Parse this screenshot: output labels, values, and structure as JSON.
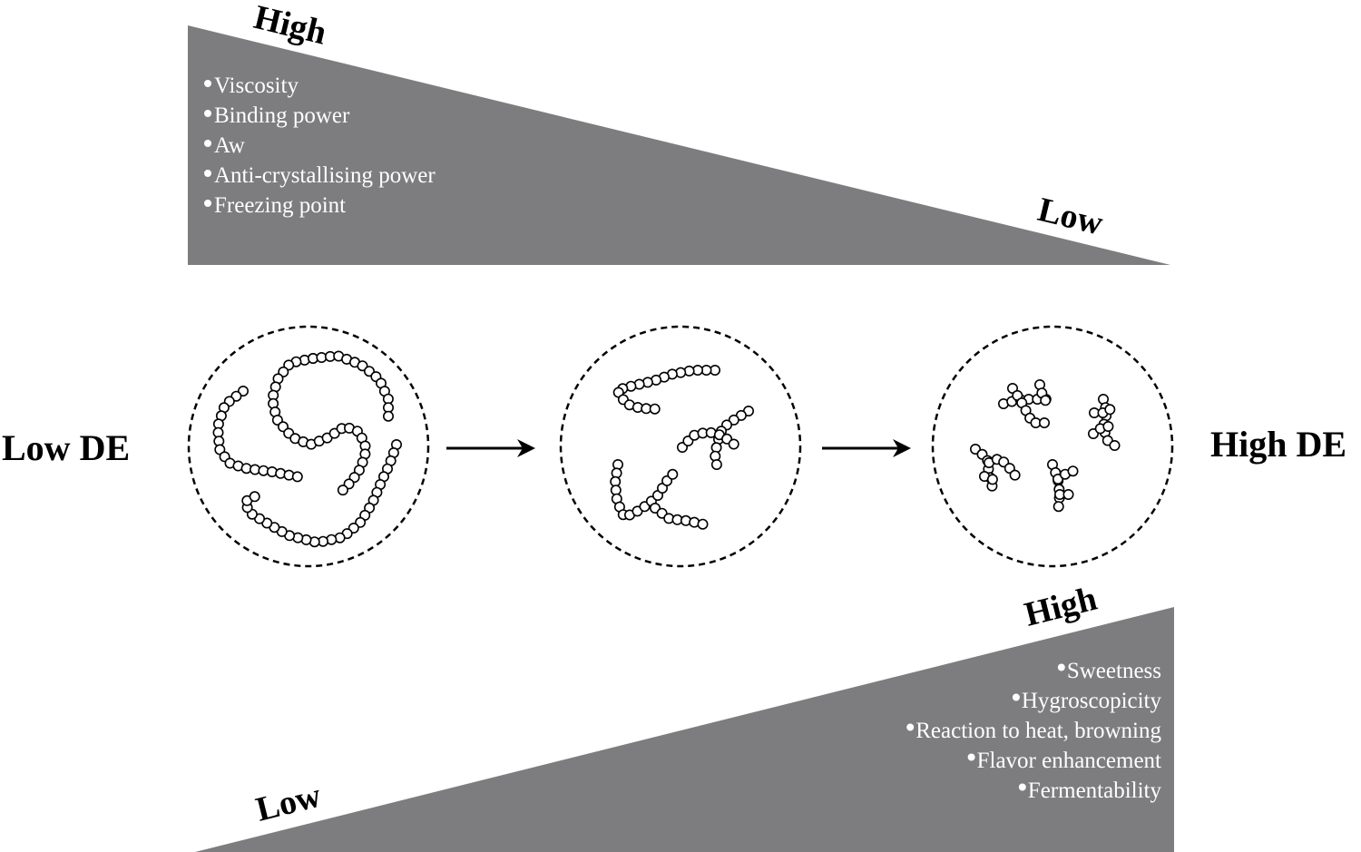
{
  "diagram": {
    "colors": {
      "triangle_fill": "#7d7d80",
      "text_on_triangle": "#ffffff",
      "label_text": "#000000",
      "circle_stroke": "#000000",
      "bead_fill": "#ffffff"
    },
    "top_triangle": {
      "high_label": "High",
      "low_label": "Low",
      "properties": [
        "Viscosity",
        "Binding power",
        "Aw",
        "Anti-crystallising power",
        "Freezing point"
      ]
    },
    "bottom_triangle": {
      "low_label": "Low",
      "high_label": "High",
      "properties": [
        "Sweetness",
        "Hygroscopicity",
        "Reaction to heat, browning",
        "Flavor enhancement",
        "Fermentability"
      ]
    },
    "left_label": "Low DE",
    "right_label": "High DE",
    "stages": [
      "long-chains",
      "medium-chains",
      "short-branched-chains"
    ]
  }
}
